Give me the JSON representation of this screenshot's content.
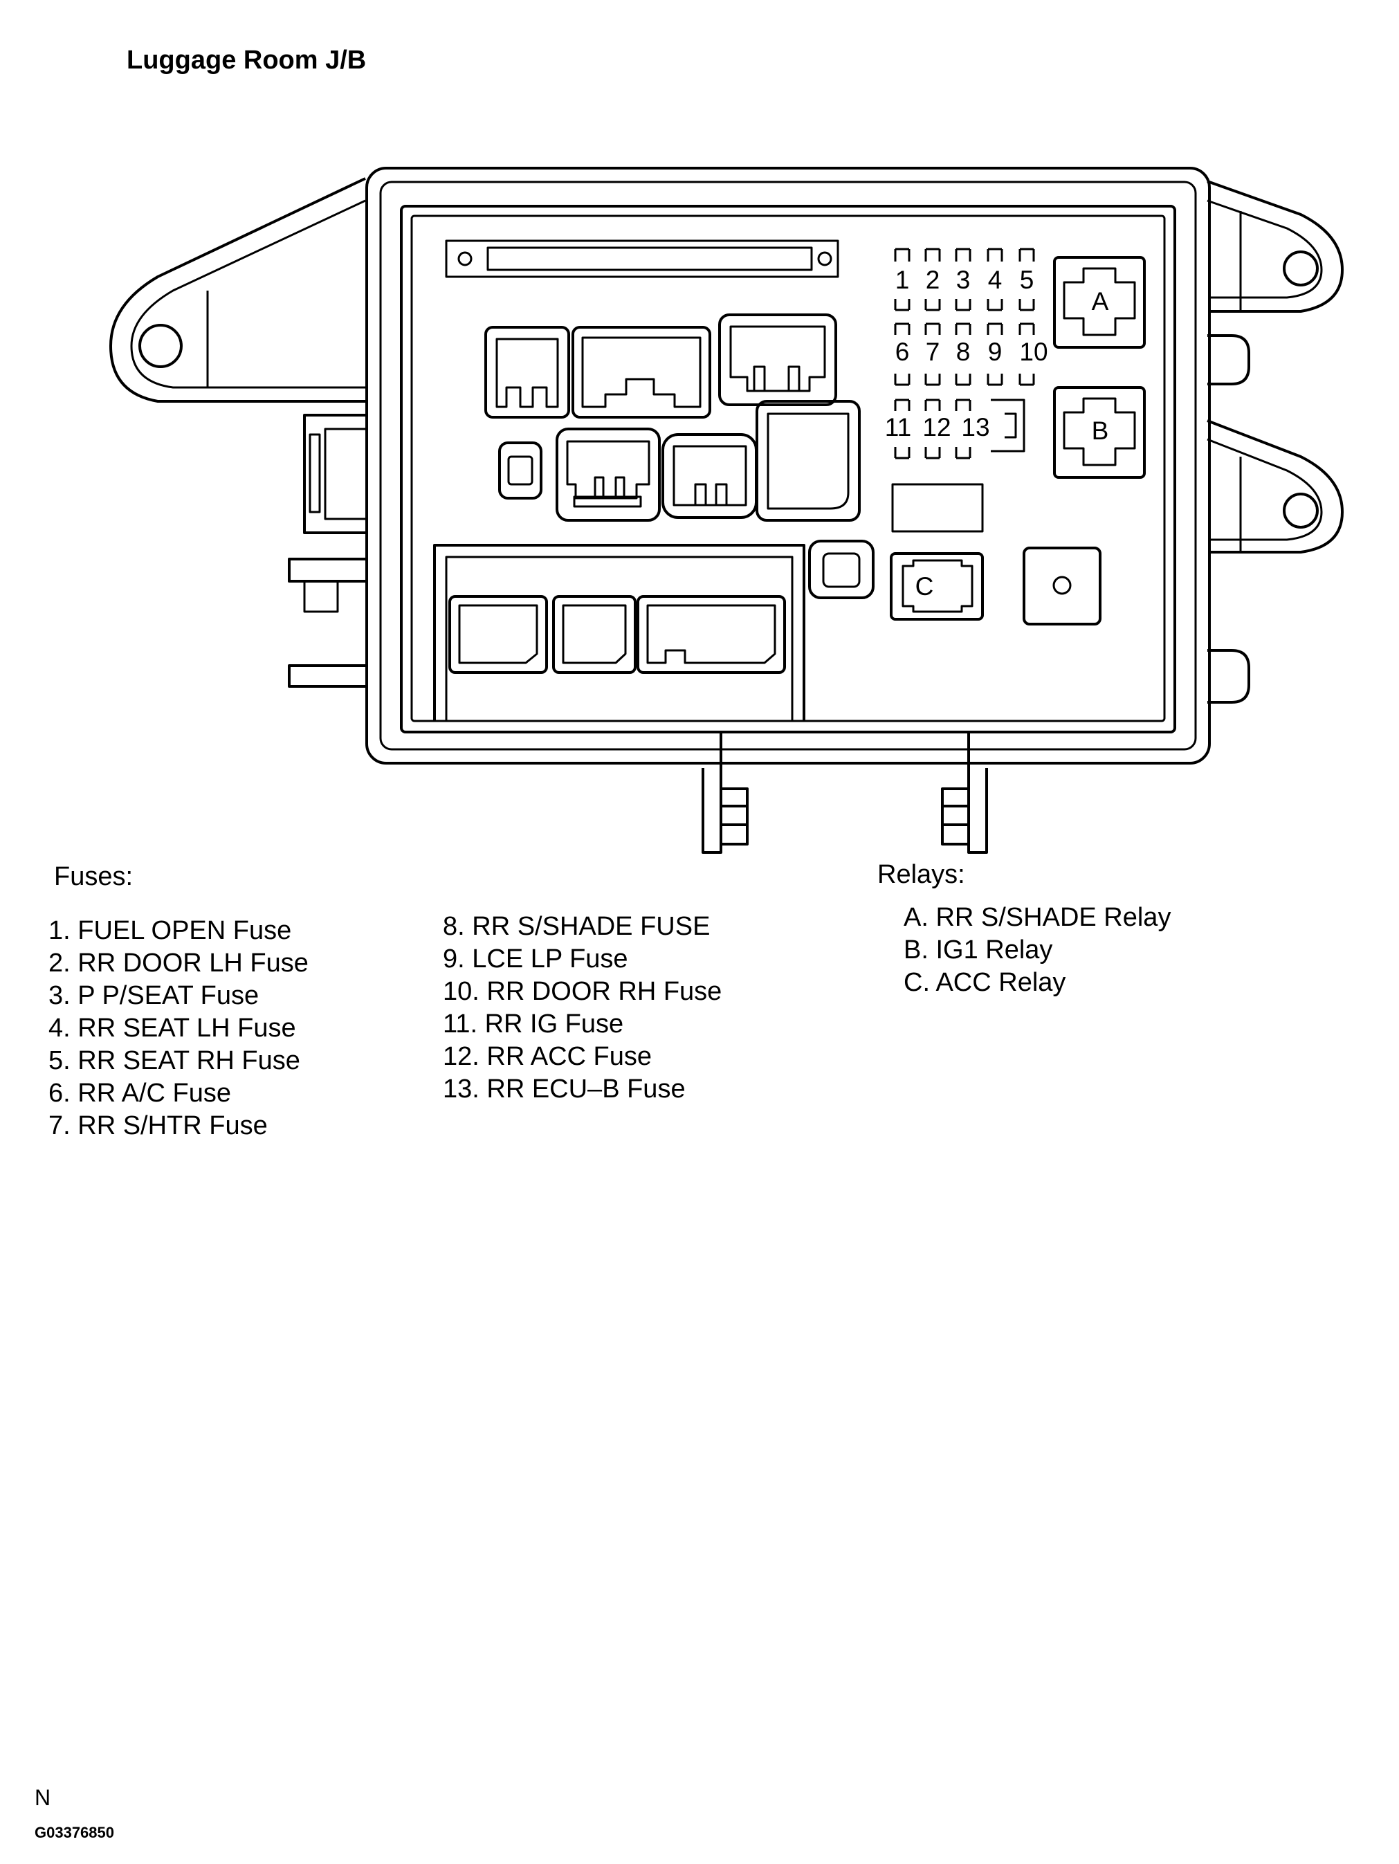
{
  "title": "Luggage Room J/B",
  "diagram": {
    "fuse_numbers": [
      "1",
      "2",
      "3",
      "4",
      "5",
      "6",
      "7",
      "8",
      "9",
      "10",
      "11",
      "12",
      "13"
    ],
    "relay_labels": [
      "A",
      "B",
      "C"
    ]
  },
  "fuses": {
    "heading": "Fuses:",
    "col1": [
      "1. FUEL OPEN Fuse",
      "2. RR DOOR LH Fuse",
      "3. P P/SEAT Fuse",
      "4. RR SEAT LH Fuse",
      "5. RR SEAT RH Fuse",
      "6. RR A/C Fuse",
      "7. RR S/HTR Fuse"
    ],
    "col2": [
      "8. RR S/SHADE FUSE",
      "9. LCE LP Fuse",
      "10. RR DOOR RH Fuse",
      "11. RR IG Fuse",
      "12. RR ACC Fuse",
      "13. RR ECU–B Fuse"
    ]
  },
  "relays": {
    "heading": "Relays:",
    "items": [
      "A. RR S/SHADE Relay",
      "B. IG1 Relay",
      "C. ACC Relay"
    ]
  },
  "footer": {
    "letter": "N",
    "code": "G03376850"
  }
}
